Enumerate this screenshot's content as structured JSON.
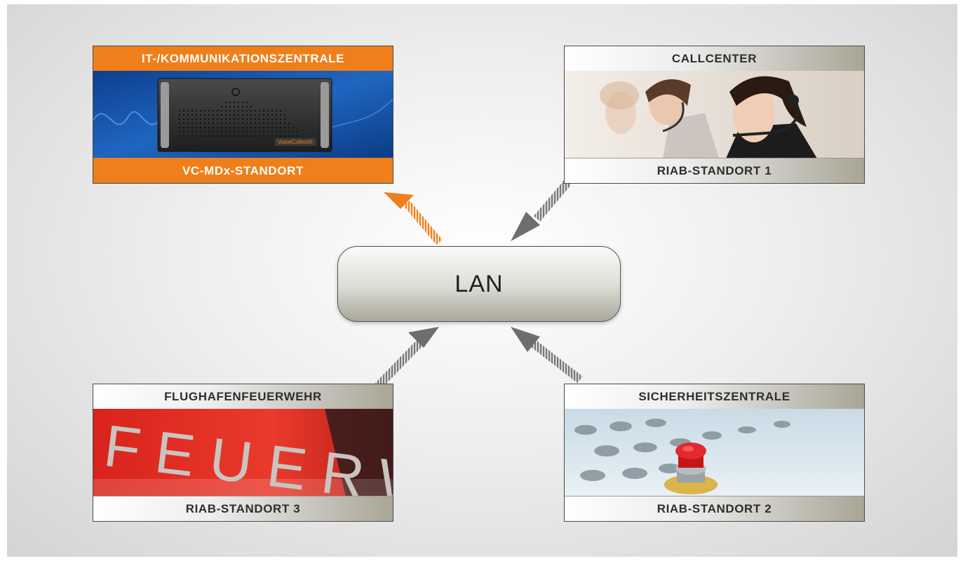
{
  "center": {
    "label": "LAN"
  },
  "panels": {
    "it_center": {
      "top_label": "IT-/KOMMUNIKATIONSZENTRALE",
      "bottom_label": "VC-MDx-STANDORT",
      "device_brand": "VoiceCollect®",
      "accent_color": "#ef7f1a"
    },
    "callcenter": {
      "top_label": "CALLCENTER",
      "bottom_label": "RIAB-STANDORT 1"
    },
    "security": {
      "top_label": "SICHERHEITSZENTRALE",
      "bottom_label": "RIAB-STANDORT 2"
    },
    "fire_dept": {
      "top_label": "FLUGHAFENFEUERWEHR",
      "bottom_label": "RIAB-STANDORT 3",
      "photo_text": "FEUERWEHR"
    }
  },
  "connections": [
    {
      "from": "LAN",
      "to": "it_center",
      "color": "#ef7f1a"
    },
    {
      "from": "callcenter",
      "to": "LAN",
      "color": "#6e6e6e"
    },
    {
      "from": "fire_dept",
      "to": "LAN",
      "color": "#6e6e6e"
    },
    {
      "from": "security",
      "to": "LAN",
      "color": "#6e6e6e"
    }
  ]
}
